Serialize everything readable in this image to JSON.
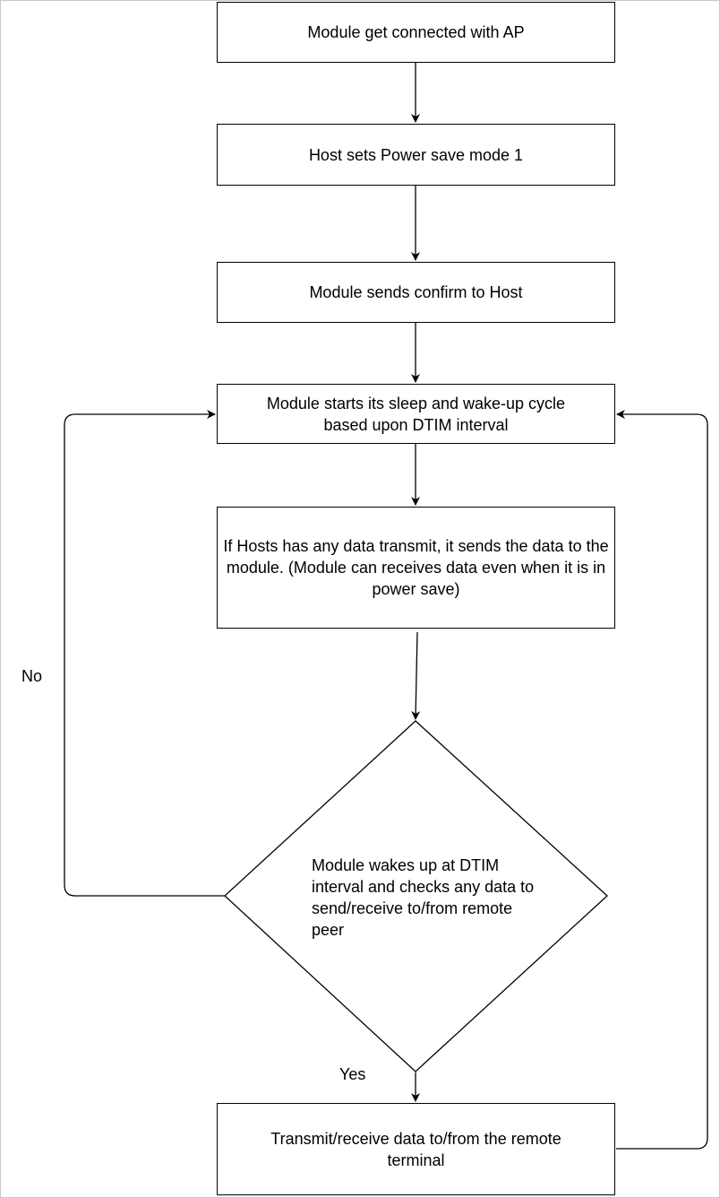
{
  "diagram": {
    "steps": {
      "connect": "Module get connected with AP",
      "power_save": "Host sets Power save mode 1",
      "confirm": "Module sends confirm to Host",
      "sleep_cycle": "Module starts its sleep and wake-up cycle based upon DTIM interval",
      "host_data": "If Hosts has any data transmit, it sends the data to the module. (Module can receives data even when it is in power save)",
      "transmit": "Transmit/receive data to/from the remote terminal"
    },
    "decision": "Module wakes up at DTIM interval and checks any data to send/receive to/from remote peer",
    "edge_labels": {
      "no": "No",
      "yes": "Yes"
    },
    "colors": {
      "line": "#000000",
      "frame": "#c8c8c8",
      "background": "#ffffff"
    }
  }
}
